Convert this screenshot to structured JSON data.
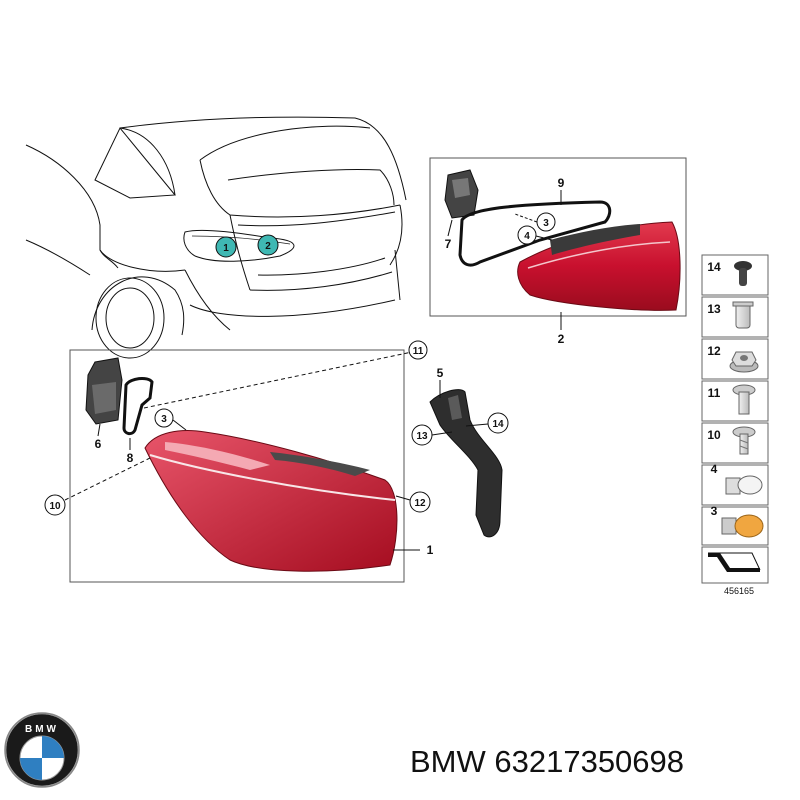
{
  "car_callouts": [
    "1",
    "2"
  ],
  "top_box": {
    "labels": [
      "9",
      "3",
      "4",
      "7",
      "2"
    ]
  },
  "main_box": {
    "labels": [
      "11",
      "3",
      "6",
      "8",
      "10",
      "12",
      "1"
    ]
  },
  "bracket": {
    "labels": [
      "5",
      "13",
      "14"
    ]
  },
  "parts_legend": [
    {
      "num": "14",
      "icon": "push-rivet-icon"
    },
    {
      "num": "13",
      "icon": "expanding-nut-icon"
    },
    {
      "num": "12",
      "icon": "hex-nut-icon"
    },
    {
      "num": "11",
      "icon": "flange-screw-icon"
    },
    {
      "num": "10",
      "icon": "torx-screw-icon"
    },
    {
      "num": "4",
      "icon": "wedge-bulb-icon"
    },
    {
      "num": "3",
      "icon": "bayonet-bulb-icon"
    }
  ],
  "legend_arrow_icon": "sheet-arrow-icon",
  "diagram_id": "456165",
  "brand_logo": "bmw-roundel-logo",
  "logo_text": "BMW",
  "caption": "BMW 63217350698",
  "colors": {
    "lens_red": "#c8102e",
    "lens_dark": "#8e0a1a",
    "callout_teal": "#3fb8b3",
    "bmw_blue": "#2f7fc1"
  }
}
